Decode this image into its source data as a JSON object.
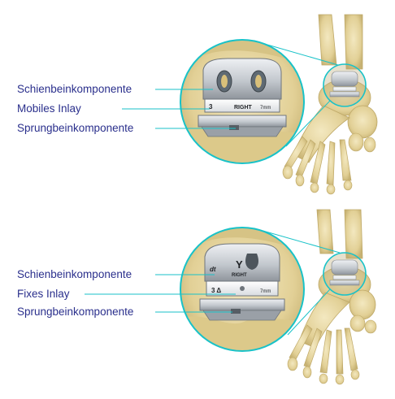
{
  "panel_top": {
    "labels": [
      "Schienbeinkomponente",
      "Mobiles Inlay",
      "Sprungbeinkomponente"
    ],
    "implant_marks": [
      "3",
      "RIGHT",
      "7mm"
    ]
  },
  "panel_bottom": {
    "labels": [
      "Schienbeinkomponente",
      "Fixes Inlay",
      "Sprungbeinkomponente"
    ],
    "implant_marks": [
      "dt",
      "Y",
      "RIGHT",
      "3 Δ",
      "7mm"
    ]
  },
  "colors": {
    "label_text": "#2a2f8c",
    "leader_line": "#19c2c8",
    "zoom_ring": "#19c2c8",
    "bone": "#e9dba6",
    "bone_shadow": "#c8b478",
    "metal": "#c9cdd3",
    "metal_dark": "#8e939a"
  }
}
